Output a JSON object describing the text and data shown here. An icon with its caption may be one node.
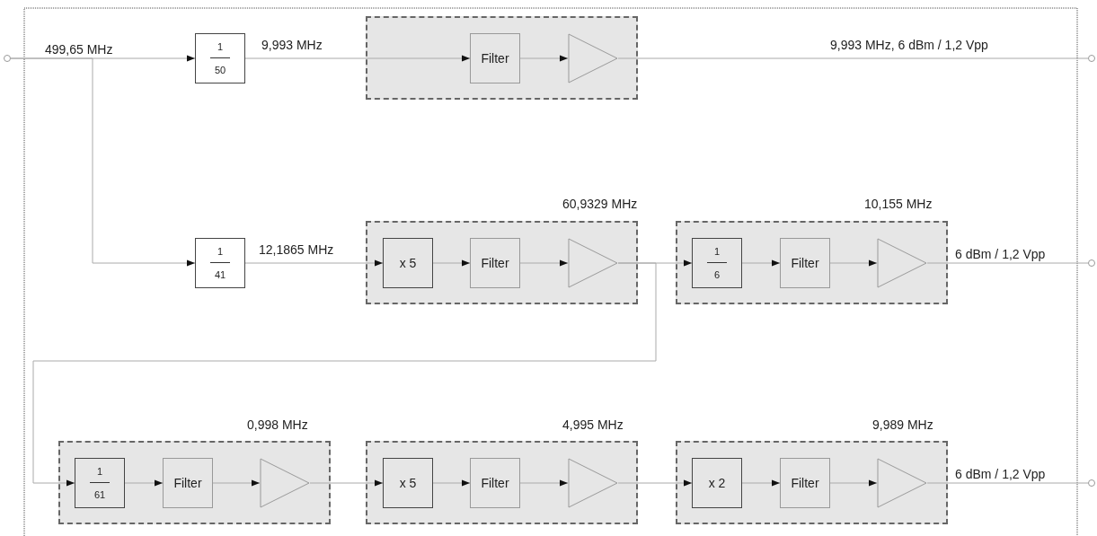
{
  "diagram": {
    "nodes": [
      {
        "text": [],
        "shape": "circle"
      },
      {
        "text": [
          "1",
          "50"
        ]
      },
      {
        "text": [],
        "shape": "box"
      },
      {
        "text": [
          "Filter"
        ],
        "in": 2
      },
      {
        "text": [],
        "shape": "triangle",
        "in": 2
      },
      {
        "text": [],
        "shape": "circle"
      },
      {
        "text": [
          "1",
          "41"
        ]
      },
      {
        "text": [],
        "shape": "box",
        "beside": [
          "60,9329 MHz"
        ]
      },
      {
        "text": [
          "x 5"
        ],
        "in": 7
      },
      {
        "text": [
          "Filter"
        ],
        "in": 7
      },
      {
        "text": [],
        "shape": "triangle",
        "in": 7
      },
      {
        "text": [],
        "shape": "box",
        "beside": [
          "10,155 MHz"
        ]
      },
      {
        "text": [
          "1",
          "6"
        ],
        "in": 11
      },
      {
        "text": [
          "Filter"
        ],
        "in": 11
      },
      {
        "text": [],
        "shape": "triangle",
        "in": 11
      },
      {
        "text": [],
        "shape": "circle"
      },
      {
        "text": [],
        "shape": "box",
        "beside": [
          "0,998 MHz"
        ]
      },
      {
        "text": [
          "1",
          "61"
        ],
        "in": 16
      },
      {
        "text": [
          "Filter"
        ],
        "in": 16
      },
      {
        "text": [],
        "shape": "triangle",
        "in": 16
      },
      {
        "text": [],
        "shape": "box",
        "beside": [
          "4,995 MHz"
        ]
      },
      {
        "text": [
          "x 5"
        ],
        "in": 20
      },
      {
        "text": [
          "Filter"
        ],
        "in": 20
      },
      {
        "text": [],
        "shape": "triangle",
        "in": 20
      },
      {
        "text": [],
        "shape": "box",
        "beside": [
          "9,989 MHz"
        ]
      },
      {
        "text": [
          "x 2"
        ],
        "in": 24
      },
      {
        "text": [
          "Filter"
        ],
        "in": 24
      },
      {
        "text": [],
        "shape": "triangle",
        "in": 24
      },
      {
        "text": [],
        "shape": "circle"
      }
    ],
    "edges": [
      {
        "from": 0,
        "to": 1,
        "arrow": "to",
        "label": "499,65 MHz"
      },
      {
        "from": 0,
        "to": 6,
        "arrow": "to"
      },
      {
        "from": 1,
        "to": 3,
        "arrow": "to",
        "label": "9,993 MHz"
      },
      {
        "from": 3,
        "to": 4,
        "arrow": "to"
      },
      {
        "from": 4,
        "to": 5,
        "arrow": "none",
        "label": "9,993 MHz, 6 dBm / 1,2 Vpp"
      },
      {
        "from": 6,
        "to": 8,
        "arrow": "to",
        "label": "12,1865 MHz"
      },
      {
        "from": 8,
        "to": 9,
        "arrow": "to"
      },
      {
        "from": 9,
        "to": 10,
        "arrow": "to"
      },
      {
        "from": 10,
        "to": 12,
        "arrow": "to"
      },
      {
        "from": 10,
        "to": 17,
        "arrow": "to"
      },
      {
        "from": 12,
        "to": 13,
        "arrow": "to"
      },
      {
        "from": 13,
        "to": 14,
        "arrow": "to"
      },
      {
        "from": 14,
        "to": 15,
        "arrow": "none",
        "label": "6 dBm / 1,2 Vpp"
      },
      {
        "from": 17,
        "to": 18,
        "arrow": "to"
      },
      {
        "from": 18,
        "to": 19,
        "arrow": "to"
      },
      {
        "from": 19,
        "to": 21,
        "arrow": "to"
      },
      {
        "from": 21,
        "to": 22,
        "arrow": "to"
      },
      {
        "from": 22,
        "to": 23,
        "arrow": "to"
      },
      {
        "from": 23,
        "to": 25,
        "arrow": "to"
      },
      {
        "from": 25,
        "to": 26,
        "arrow": "to"
      },
      {
        "from": 26,
        "to": 27,
        "arrow": "to"
      },
      {
        "from": 27,
        "to": 28,
        "arrow": "none",
        "label": "6 dBm / 1,2 Vpp"
      }
    ]
  }
}
